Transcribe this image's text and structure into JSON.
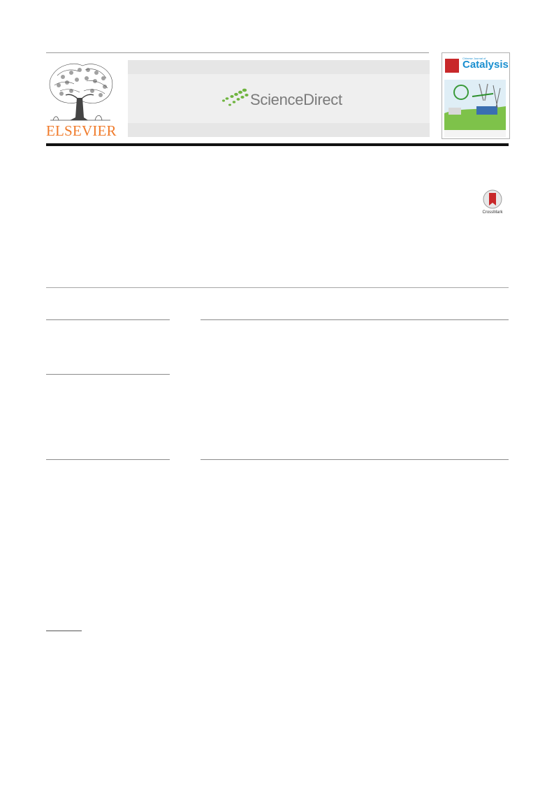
{
  "header": {
    "publisher_wordmark": "ELSEVIER",
    "platform_wordmark": "ScienceDirect",
    "journal_cover": {
      "title": "Catalysis",
      "subtitle": "Chinese Journal of"
    },
    "crossmark_label": "CrossMark"
  },
  "colors": {
    "elsevier_orange": "#f07b2b",
    "sciencedirect_green": "#6fb43f",
    "catalysis_blue": "#1a8fd0",
    "crossmark_red": "#c8282a"
  },
  "icons": [
    "elsevier-tree-icon",
    "sciencedirect-dots-icon",
    "crossmark-icon"
  ]
}
